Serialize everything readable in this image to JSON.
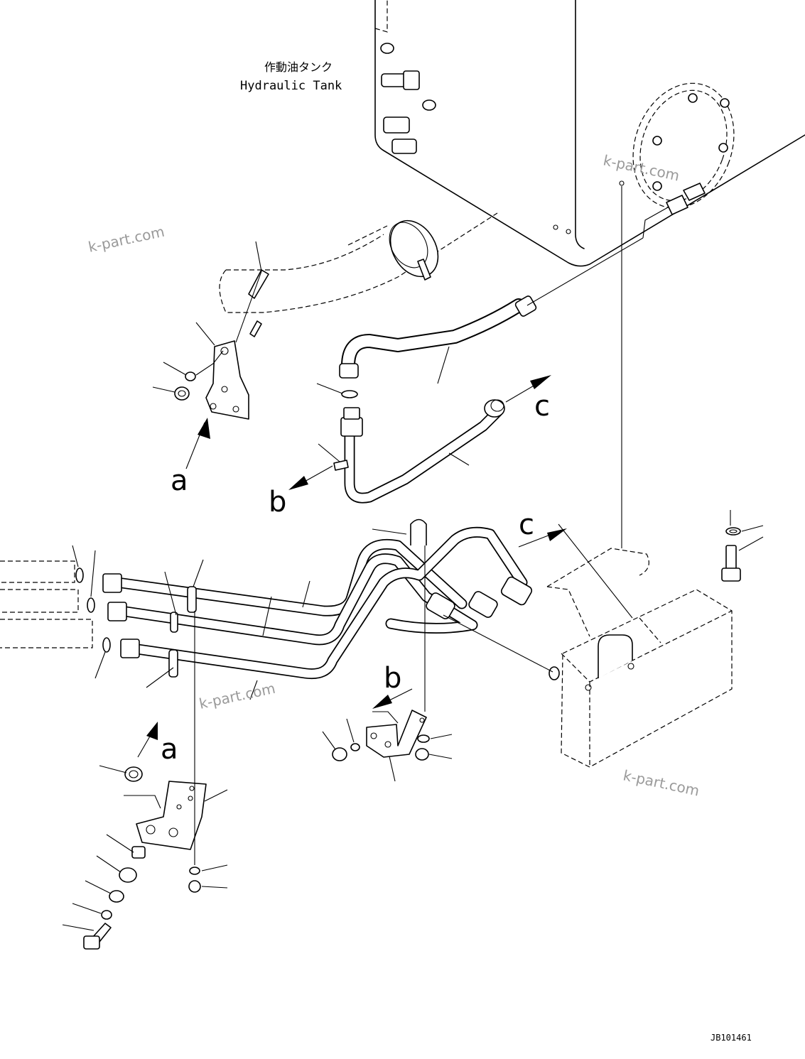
{
  "labels": {
    "tank_jp": "作動油タンク",
    "tank_en": "Hydraulic Tank"
  },
  "views": {
    "a": "a",
    "b": "b",
    "c": "c"
  },
  "watermark": "k-part.com",
  "drawing_code": "JB101461"
}
